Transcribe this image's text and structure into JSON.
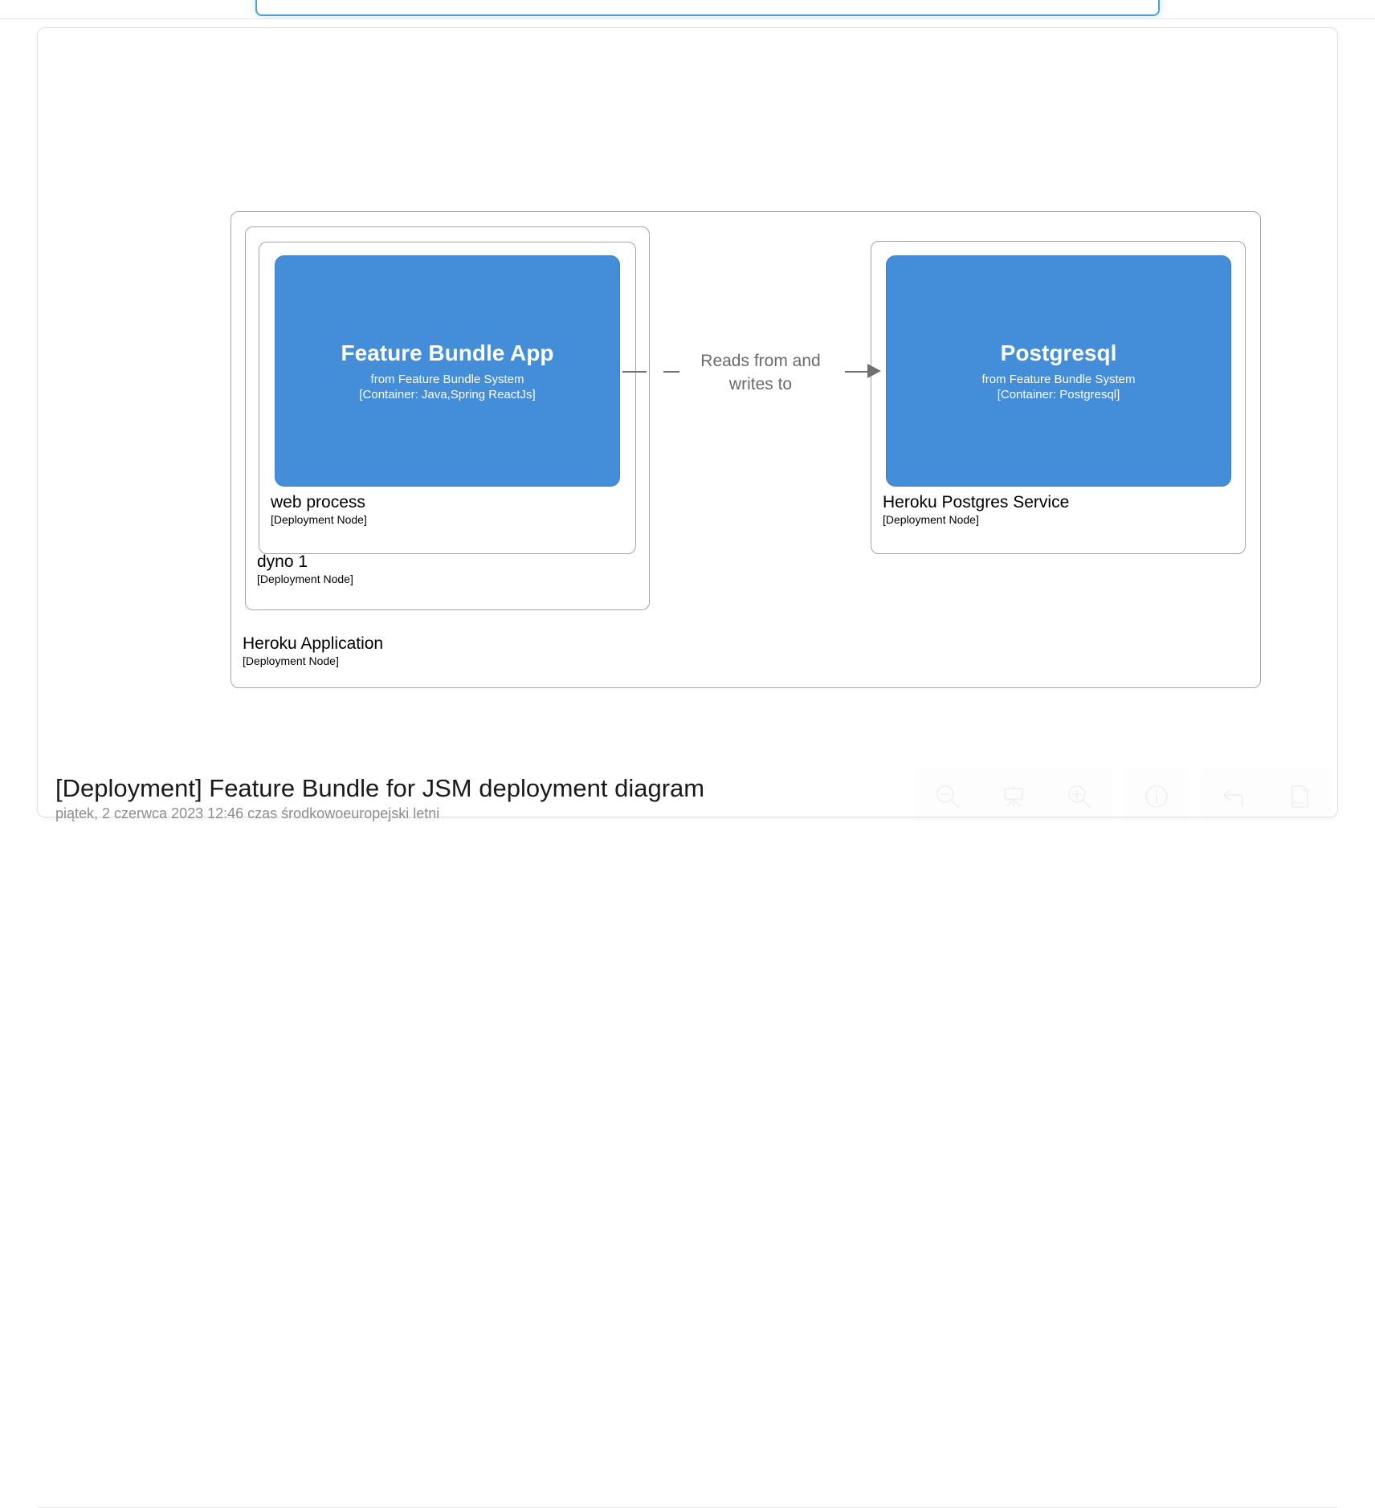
{
  "top_panel": {
    "text": ""
  },
  "diagram": {
    "deployment_nodes": [
      {
        "name": "Heroku Application",
        "type": "[Deployment Node]"
      },
      {
        "name": "dyno 1",
        "type": "[Deployment Node]"
      },
      {
        "name": "web process",
        "type": "[Deployment Node]"
      },
      {
        "name": "Heroku Postgres Service",
        "type": "[Deployment Node]"
      }
    ],
    "containers": [
      {
        "name": "Feature Bundle App",
        "from": "from Feature Bundle System",
        "technology": "[Container: Java,Spring ReactJs]",
        "color": "#438dd9"
      },
      {
        "name": "Postgresql",
        "from": "from Feature Bundle System",
        "technology": "[Container: Postgresql]",
        "color": "#438dd9"
      }
    ],
    "relationship": {
      "label_line1": "Reads from and",
      "label_line2": "writes to",
      "color": "#707070"
    }
  },
  "footer": {
    "title": "[Deployment] Feature Bundle for JSM deployment diagram",
    "timestamp": "piątek, 2 czerwca 2023 12:46 czas środkowoeuropejski letni",
    "toolbar": [
      {
        "name": "zoom-out-icon",
        "label": "Zoom out"
      },
      {
        "name": "fit-to-screen-icon",
        "label": "Fit to screen"
      },
      {
        "name": "zoom-in-icon",
        "label": "Zoom in"
      },
      {
        "name": "info-icon",
        "label": "Info"
      },
      {
        "name": "back-arrow-icon",
        "label": "Back"
      },
      {
        "name": "png-export-icon",
        "label": "PNG"
      }
    ]
  }
}
